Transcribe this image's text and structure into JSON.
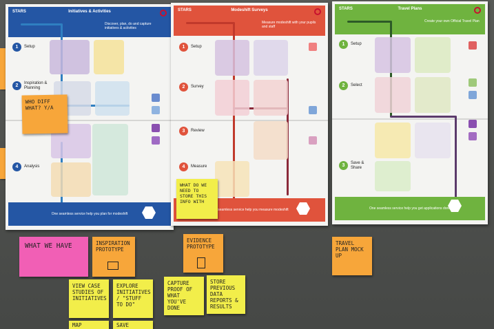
{
  "posters": {
    "initiatives": {
      "brand": "STARS",
      "title": "Initiatives & Activities",
      "subtitle": "Discover, plan, do and capture initiatives & activities",
      "stages": [
        "Setup",
        "Inspiration & Planning",
        "Analysis"
      ],
      "stage_numbers": [
        "1",
        "2",
        "4"
      ],
      "footer": "One seamless service help you plan for modeshift",
      "colors": {
        "header": "#2456a4",
        "footer": "#2456a4"
      }
    },
    "surveys": {
      "brand": "STARS",
      "title": "Modeshift Surveys",
      "subtitle": "Measure modeshift with your pupils and staff",
      "stages": [
        "Setup",
        "Survey",
        "Review",
        "Measure"
      ],
      "stage_numbers": [
        "1",
        "2",
        "3",
        "4"
      ],
      "footer": "One seamless service help you measure modeshift",
      "colors": {
        "header": "#e0533c",
        "footer": "#e0533c"
      }
    },
    "travel": {
      "brand": "STARS",
      "title": "Travel Plans",
      "subtitle": "Create your own Official Travel Plan",
      "stages": [
        "Setup",
        "Select",
        "Save & Share"
      ],
      "stage_numbers": [
        "1",
        "2",
        "3"
      ],
      "footer": "One seamless service help you get applications done",
      "colors": {
        "header": "#6fb33f",
        "footer": "#6fb33f"
      }
    }
  },
  "notes": {
    "who_diff": "Who diff what? Y/A",
    "what_do_we_need": "What do we need to store this info with",
    "what_we_have": "What we have",
    "inspiration_prototype": "Inspiration prototype",
    "evidence_prototype": "Evidence prototype",
    "travel_plan": "Travel plan mock up",
    "view_case": "View case studies of initiatives",
    "explore": "Explore initiatives / \"stuff to do\"",
    "capture": "Capture proof of what you've done",
    "store": "Store previous data reports & results",
    "map_against": "Map against",
    "save_things": "Save things"
  }
}
